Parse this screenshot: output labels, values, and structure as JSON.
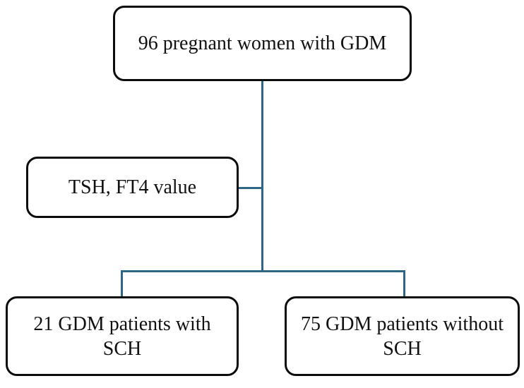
{
  "diagram": {
    "type": "flowchart",
    "accent_color": "#2E6687",
    "box_border_color": "#0C0C0C",
    "background_color": "#FFFFFF",
    "nodes": {
      "top": {
        "label": "96 pregnant women with GDM"
      },
      "side": {
        "label": "TSH, FT4 value"
      },
      "bottom_left": {
        "label": "21 GDM patients with SCH"
      },
      "bottom_right": {
        "label": "75 GDM patients without SCH"
      }
    },
    "connectors": {
      "trunk": "top-to-branch vertical",
      "side_link": "side-box to trunk horizontal",
      "branch": "horizontal split",
      "drop_left": "branch to bottom-left",
      "drop_right": "branch to bottom-right"
    }
  }
}
